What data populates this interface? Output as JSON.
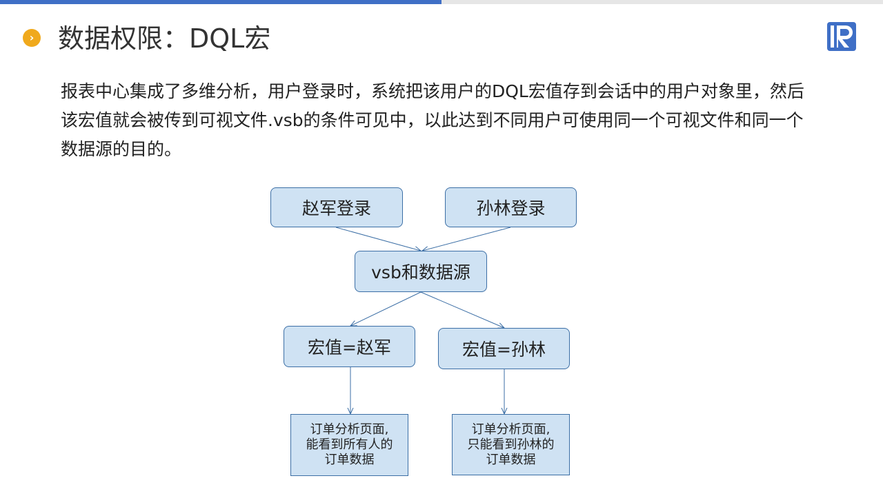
{
  "slide": {
    "title": "数据权限：DQL宏",
    "paragraph": "报表中心集成了多维分析，用户登录时，系统把该用户的DQL宏值存到会话中的用户对象里，然后该宏值就会被传到可视文件.vsb的条件可见中，以此达到不同用户可使用同一个可视文件和同一个数据源的目的。"
  },
  "diagram": {
    "login_zhao": "赵军登录",
    "login_sun": "孙林登录",
    "source": "vsb和数据源",
    "macro_zhao": "宏值=赵军",
    "macro_sun": "宏值=孙林",
    "result_zhao": [
      "订单分析页面,",
      "能看到所有人的",
      "订单数据"
    ],
    "result_sun": [
      "订单分析页面,",
      "只能看到孙林的",
      "订单数据"
    ]
  },
  "colors": {
    "accent_blue": "#3f6fc6",
    "bullet_orange": "#f0a91c",
    "node_fill": "#cfe2f3",
    "node_border": "#3b6ea5"
  }
}
